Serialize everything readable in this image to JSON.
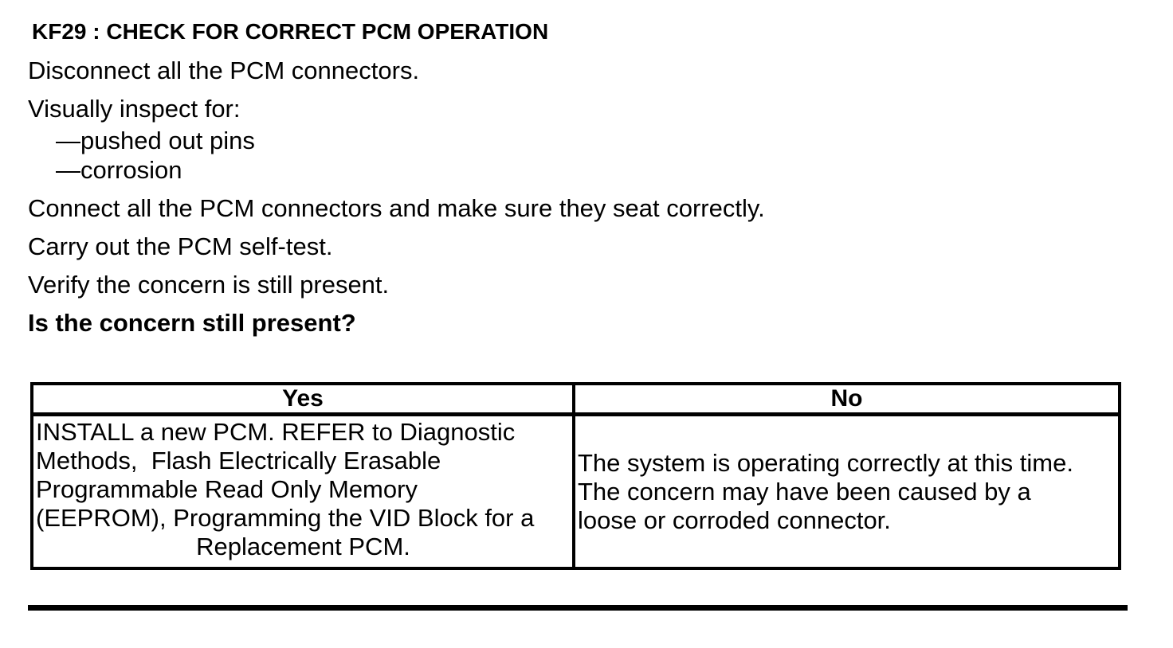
{
  "document": {
    "heading": "KF29 : CHECK FOR CORRECT PCM OPERATION",
    "instructions": {
      "disconnect": "Disconnect all the PCM connectors.",
      "inspect_intro": "Visually inspect for:",
      "inspect_items": [
        "—pushed out pins",
        "—corrosion"
      ],
      "connect": "Connect all the PCM connectors and make sure they seat correctly.",
      "self_test": "Carry out the PCM self-test.",
      "verify": "Verify the concern is still present.",
      "question": "Is the concern still present?"
    },
    "decision_table": {
      "yes_header": "Yes",
      "no_header": "No",
      "yes_action_lines": [
        "INSTALL a new PCM. REFER to Diagnostic",
        "Methods,  Flash Electrically Erasable",
        "Programmable Read Only Memory",
        "(EEPROM), Programming the VID Block for a",
        "Replacement PCM."
      ],
      "no_action_lines": [
        "The system is operating correctly at this time.",
        "The concern may have been caused by a",
        "loose or corroded connector."
      ]
    },
    "colors": {
      "text": "#000000",
      "background": "#ffffff",
      "border": "#000000"
    }
  }
}
